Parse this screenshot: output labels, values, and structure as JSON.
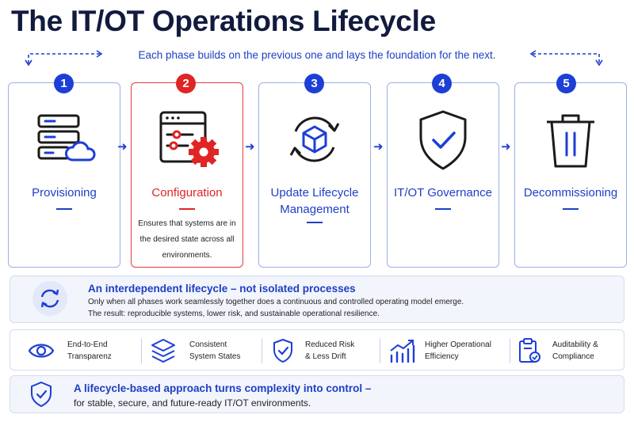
{
  "title": "The IT/OT Operations Lifecycle",
  "subtitle": "Each phase builds on the previous one and lays the foundation for the next.",
  "phases": [
    {
      "number": "1",
      "name": "Provisioning",
      "icon": "server-cloud-icon",
      "description": ""
    },
    {
      "number": "2",
      "name": "Configuration",
      "icon": "settings-gear-icon",
      "description": "Ensures that systems are in the desired state across all environments.",
      "active": true
    },
    {
      "number": "3",
      "name": "Update Lifecycle Management",
      "icon": "refresh-cube-icon",
      "description": ""
    },
    {
      "number": "4",
      "name": "IT/OT Governance",
      "icon": "shield-check-icon",
      "description": ""
    },
    {
      "number": "5",
      "name": "Decommissioning",
      "icon": "trash-icon",
      "description": ""
    }
  ],
  "phase2_desc_lines": [
    "Ensures that systems are in",
    "the desired state across all",
    "environments."
  ],
  "interdependent": {
    "heading": "An interdependent lifecycle – not isolated processes",
    "line1": "Only when all phases work seamlessly together does a continuous and controlled operating model emerge.",
    "line2": "The result: reproducible systems, lower risk, and sustainable operational resilience."
  },
  "benefits": [
    {
      "line1": "End-to-End",
      "line2": "Transparenz",
      "icon": "eye-icon"
    },
    {
      "line1": "Consistent",
      "line2": "System States",
      "icon": "layers-icon"
    },
    {
      "line1": "Reduced Risk",
      "line2": "& Less Drift",
      "icon": "shield-check-icon"
    },
    {
      "line1": "Higher Operational",
      "line2": "Efficiency",
      "icon": "growth-chart-icon"
    },
    {
      "line1": "Auditability &",
      "line2": "Compliance",
      "icon": "clipboard-check-icon"
    }
  ],
  "closing": {
    "heading": "A lifecycle-based approach turns complexity into control –",
    "line": "for stable, secure, and future-ready IT/OT environments."
  },
  "colors": {
    "primary": "#1d3fd6",
    "accent": "#e12424",
    "title": "#121a3e"
  }
}
